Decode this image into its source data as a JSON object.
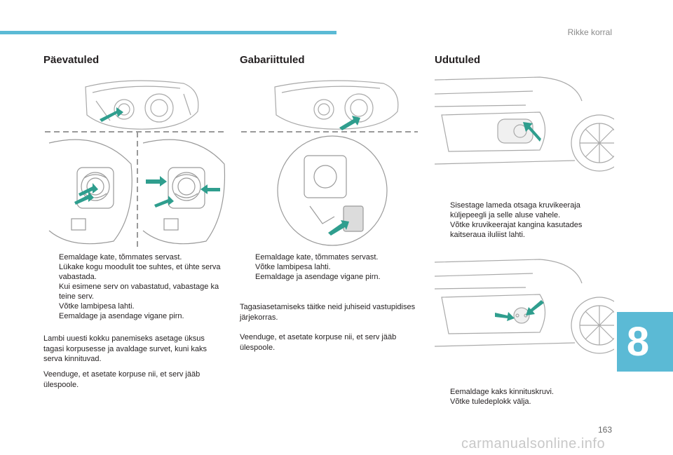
{
  "header": {
    "chapter_title": "Rikke korral"
  },
  "colors": {
    "accent": "#5bbad5",
    "arrow": "#2f9e8e"
  },
  "sections": [
    {
      "title": "Päevatuled",
      "steps": [
        "Eemaldage kate, tõmmates servast.",
        "Lükake kogu moodulit toe suhtes, et ühte serva vabastada.",
        "Kui esimene serv on vabastatud, vabastage ka teine serv.",
        "Võtke lambipesa lahti.",
        "Eemaldage ja asendage vigane pirn."
      ],
      "paragraphs": [
        "Lambi uuesti kokku panemiseks asetage üksus tagasi korpusesse ja avaldage survet, kuni kaks serva kinnituvad.",
        "Veenduge, et asetate korpuse nii, et serv jääb ülespoole."
      ]
    },
    {
      "title": "Gabariittuled",
      "steps": [
        "Eemaldage kate, tõmmates servast.",
        "Võtke lambipesa lahti.",
        "Eemaldage ja asendage vigane pirn."
      ],
      "paragraphs": [
        "Tagasiasetamiseks täitke neid juhiseid vastupidises järjekorras.",
        "Veenduge, et asetate korpuse nii, et serv jääb ülespoole."
      ]
    },
    {
      "title": "Udutuled",
      "steps_a": [
        "Sisestage lameda otsaga kruvikeeraja küljepeegli ja selle aluse vahele.",
        "Võtke kruvikeerajat kangina kasutades kaitseraua iluliist lahti."
      ],
      "steps_b": [
        "Eemaldage kaks kinnituskruvi.",
        "Võtke tuledeplokk välja."
      ]
    }
  ],
  "bullet_glyph": "",
  "chapter_tab": {
    "number": "8"
  },
  "page": {
    "number": "163"
  },
  "watermark": "carmanualsonline.info"
}
